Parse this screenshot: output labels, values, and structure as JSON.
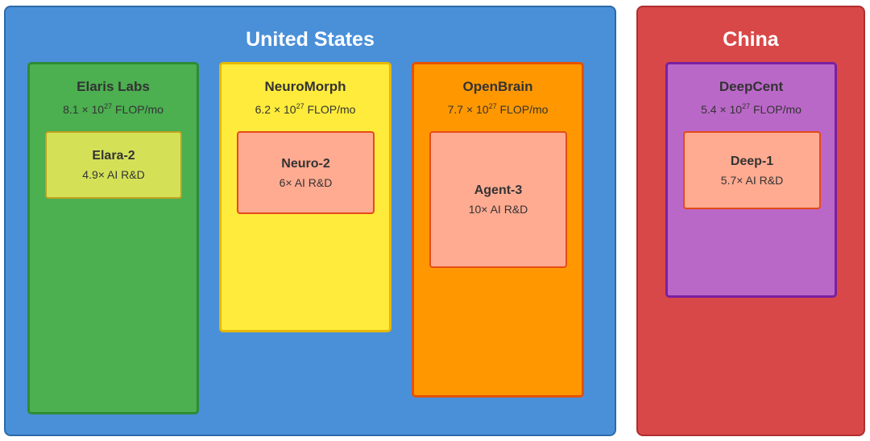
{
  "colors": {
    "us_fill": "#4a90d9",
    "us_border": "#2c6aa8",
    "china_fill": "#d94848",
    "china_border": "#b02e2e",
    "elaris_fill": "#4caf50",
    "elaris_border": "#2e8b36",
    "neuromorph_fill": "#ffeb3b",
    "neuromorph_border": "#e6b800",
    "openbrain_fill": "#ff9800",
    "openbrain_border": "#e65100",
    "deepcent_fill": "#ba68c8",
    "deepcent_border": "#7b1fa2",
    "model_salmon_fill": "#ffab91",
    "model_salmon_border": "#e64a19",
    "model_lime_fill": "#d4e157",
    "model_lime_border": "#c0a020"
  },
  "regions": {
    "us": {
      "title": "United States"
    },
    "china": {
      "title": "China"
    }
  },
  "labs": {
    "elaris": {
      "name": "Elaris Labs",
      "compute_base": "8.1 × 10",
      "compute_exp": "27",
      "compute_unit": " FLOP/mo",
      "model": {
        "name": "Elara-2",
        "speed": "4.9× AI R&D"
      }
    },
    "neuromorph": {
      "name": "NeuroMorph",
      "compute_base": "6.2 × 10",
      "compute_exp": "27",
      "compute_unit": " FLOP/mo",
      "model": {
        "name": "Neuro-2",
        "speed": "6× AI R&D"
      }
    },
    "openbrain": {
      "name": "OpenBrain",
      "compute_base": "7.7 × 10",
      "compute_exp": "27",
      "compute_unit": " FLOP/mo",
      "model": {
        "name": "Agent-3",
        "speed": "10× AI R&D"
      }
    },
    "deepcent": {
      "name": "DeepCent",
      "compute_base": "5.4 × 10",
      "compute_exp": "27",
      "compute_unit": " FLOP/mo",
      "model": {
        "name": "Deep-1",
        "speed": "5.7× AI R&D"
      }
    }
  }
}
